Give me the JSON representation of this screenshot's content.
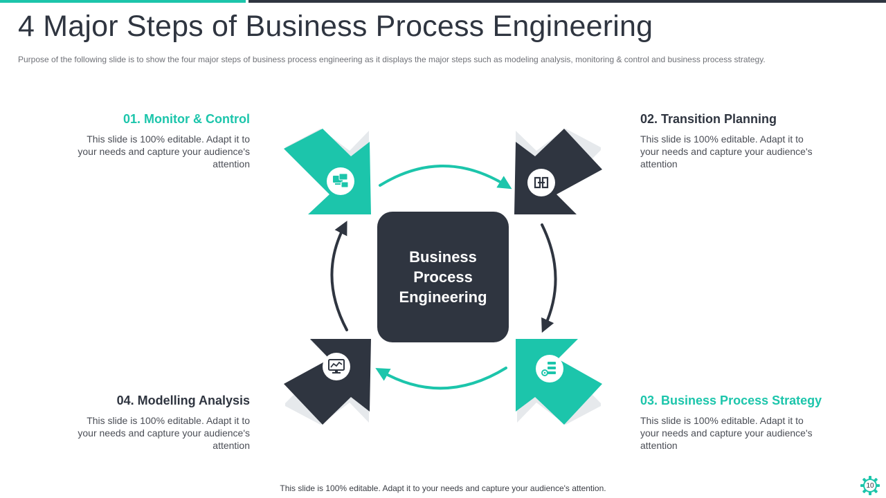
{
  "slide": {
    "title": "4 Major Steps of Business Process Engineering",
    "subtitle": "Purpose of the following slide is to show the four major steps of business process engineering as it displays the major steps such as modeling analysis, monitoring & control and business process strategy.",
    "footer": "This slide is 100% editable. Adapt it to your needs and capture your audience's attention.",
    "page_number": "10"
  },
  "center": {
    "label": "Business Process Engineering"
  },
  "steps": [
    {
      "title": "01. Monitor & Control",
      "description": "This slide is 100% editable. Adapt it to your needs and capture your audience's attention",
      "icon": "monitor-screens-icon",
      "color": "#1cc5ab"
    },
    {
      "title": "02. Transition Planning",
      "description": "This slide is 100% editable. Adapt it to your needs and capture your audience's attention",
      "icon": "transition-arrows-icon",
      "color": "#2f3540"
    },
    {
      "title": "03. Business Process Strategy",
      "description": "This slide is 100% editable. Adapt it to your needs and capture your audience's attention",
      "icon": "process-flow-gear-icon",
      "color": "#1cc5ab"
    },
    {
      "title": "04. Modelling Analysis",
      "description": "This slide is 100% editable. Adapt it to your needs and capture your audience's attention",
      "icon": "monitor-chart-icon",
      "color": "#2f3540"
    }
  ],
  "colors": {
    "accent": "#1cc5ab",
    "dark": "#2f3540"
  }
}
